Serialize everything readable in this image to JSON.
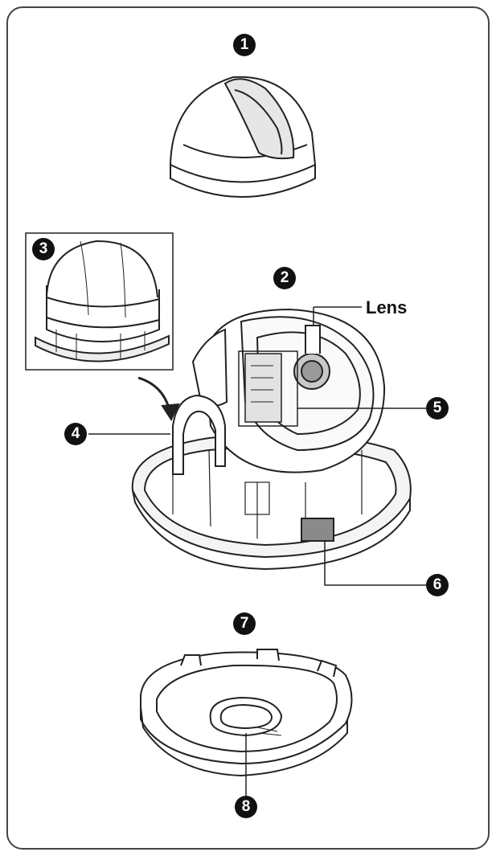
{
  "callouts": [
    {
      "id": "1",
      "label": "1"
    },
    {
      "id": "2",
      "label": "2"
    },
    {
      "id": "3",
      "label": "3"
    },
    {
      "id": "4",
      "label": "4"
    },
    {
      "id": "5",
      "label": "5"
    },
    {
      "id": "6",
      "label": "6"
    },
    {
      "id": "7",
      "label": "7"
    },
    {
      "id": "8",
      "label": "8"
    }
  ],
  "labels": {
    "lens": "Lens"
  },
  "colors": {
    "line": "#222222",
    "shade": "#d8d8d8",
    "dark": "#8a8a8a",
    "frame": "#444444"
  }
}
